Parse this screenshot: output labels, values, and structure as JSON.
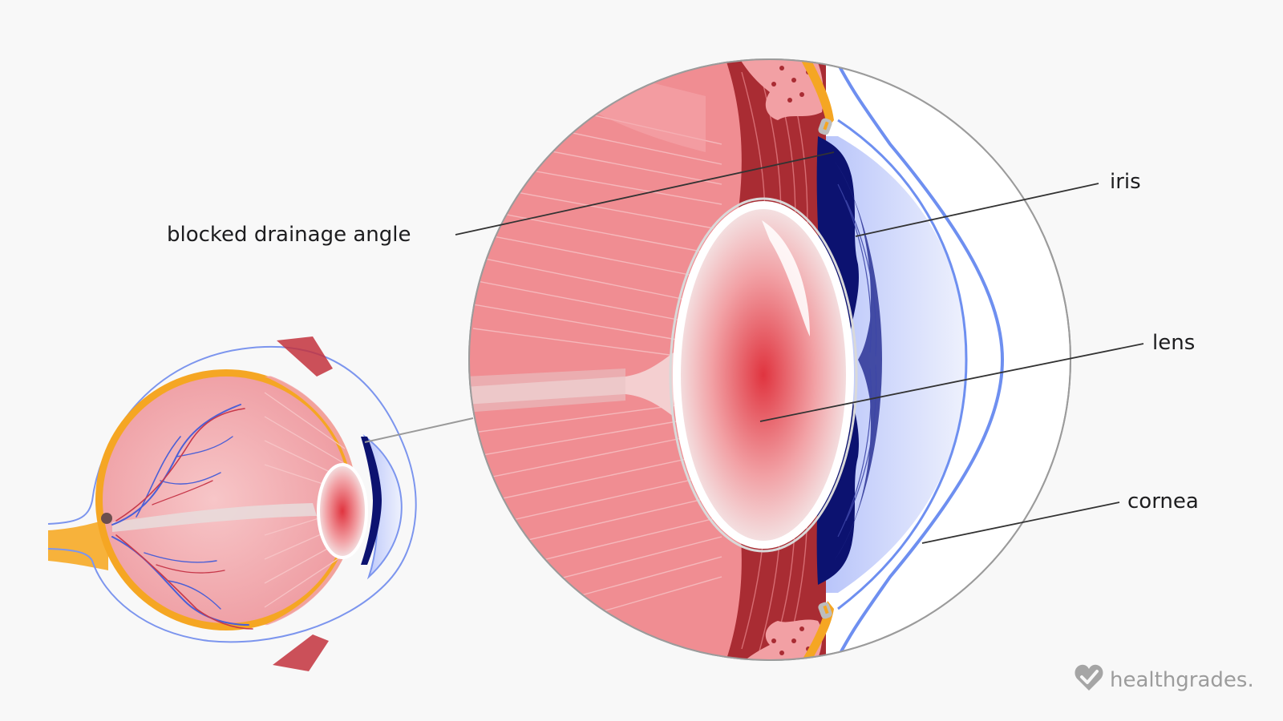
{
  "labels": {
    "blocked_drainage_angle": "blocked drainage angle",
    "iris": "iris",
    "lens": "lens",
    "cornea": "cornea"
  },
  "brand": {
    "name": "healthgrades."
  },
  "icons": {
    "brand_logo": "heart-check-icon"
  },
  "colors": {
    "background": "#f8f8f8",
    "vitreous": "#f08d92",
    "muscle": "#a92c33",
    "iris": "#0c1270",
    "cornea_fill": "#d5dcfb",
    "cornea_line": "#6e8ff0",
    "sclera": "#f5a623",
    "brand": "#9c9c9c"
  }
}
